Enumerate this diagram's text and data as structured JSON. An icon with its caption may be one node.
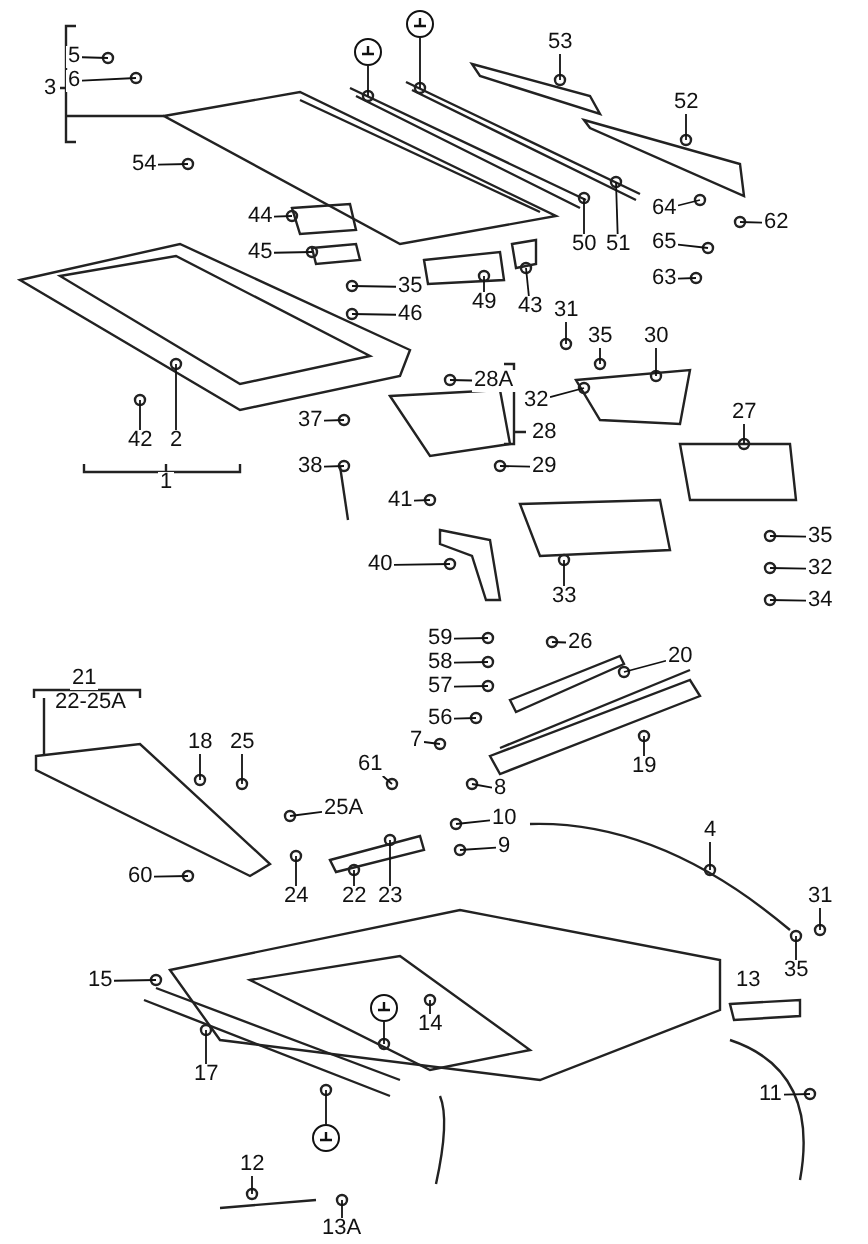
{
  "diagram": {
    "nodes": [
      {
        "text": [
          "5"
        ]
      },
      {
        "text": [
          "6"
        ]
      },
      {
        "text": [],
        "shape": "circle"
      },
      {
        "text": [],
        "shape": "circle"
      },
      {
        "text": [
          "53"
        ]
      },
      {
        "text": [
          "52"
        ]
      },
      {
        "text": [
          "54"
        ]
      },
      {
        "text": [
          "44"
        ]
      },
      {
        "text": [
          "64"
        ]
      },
      {
        "text": [
          "62"
        ]
      },
      {
        "text": [
          "50"
        ]
      },
      {
        "text": [
          "51"
        ]
      },
      {
        "text": [
          "65"
        ]
      },
      {
        "text": [
          "45"
        ]
      },
      {
        "text": [
          "63"
        ]
      },
      {
        "text": [
          "35"
        ]
      },
      {
        "text": [
          "49"
        ]
      },
      {
        "text": [
          "43"
        ]
      },
      {
        "text": [
          "46"
        ]
      },
      {
        "text": [
          "31"
        ]
      },
      {
        "text": [
          "35"
        ]
      },
      {
        "text": [
          "30"
        ]
      },
      {
        "text": [
          "28A"
        ]
      },
      {
        "text": [
          "32"
        ]
      },
      {
        "text": [
          "27"
        ]
      },
      {
        "text": [
          "37"
        ]
      },
      {
        "text": [
          "42"
        ]
      },
      {
        "text": [
          "2"
        ]
      },
      {
        "text": [
          "29"
        ]
      },
      {
        "text": [
          "38"
        ]
      },
      {
        "text": [
          "41"
        ]
      },
      {
        "text": [
          "35"
        ]
      },
      {
        "text": [
          "40"
        ]
      },
      {
        "text": [
          "32"
        ]
      },
      {
        "text": [
          "33"
        ]
      },
      {
        "text": [
          "34"
        ]
      },
      {
        "text": [
          "59"
        ]
      },
      {
        "text": [
          "26"
        ]
      },
      {
        "text": [
          "20"
        ]
      },
      {
        "text": [
          "58"
        ]
      },
      {
        "text": [
          "57"
        ]
      },
      {
        "text": [
          "56"
        ]
      },
      {
        "text": [
          "7"
        ]
      },
      {
        "text": [
          "18"
        ]
      },
      {
        "text": [
          "25"
        ]
      },
      {
        "text": [
          "19"
        ]
      },
      {
        "text": [
          "61"
        ]
      },
      {
        "text": [
          "8"
        ]
      },
      {
        "text": [
          "25A"
        ]
      },
      {
        "text": [
          "10"
        ]
      },
      {
        "text": [
          "4"
        ]
      },
      {
        "text": [
          "9"
        ]
      },
      {
        "text": [
          "60"
        ]
      },
      {
        "text": [
          "24"
        ]
      },
      {
        "text": [
          "22"
        ]
      },
      {
        "text": [
          "23"
        ]
      },
      {
        "text": [
          "31"
        ]
      },
      {
        "text": [
          "35"
        ]
      },
      {
        "text": [
          "15"
        ]
      },
      {
        "text": [],
        "shape": "circle"
      },
      {
        "text": [
          "14"
        ]
      },
      {
        "text": [
          "17"
        ]
      },
      {
        "text": [
          "11"
        ]
      },
      {
        "text": [],
        "shape": "circle"
      },
      {
        "text": [
          "12"
        ]
      },
      {
        "text": [
          "13A"
        ]
      },
      {
        "text": [
          "3"
        ]
      },
      {
        "text": [
          "28"
        ]
      },
      {
        "text": [
          "1"
        ]
      },
      {
        "text": [
          "21"
        ]
      },
      {
        "text": [
          "22-25A"
        ]
      },
      {
        "text": [
          "13"
        ]
      }
    ],
    "edges": [
      {
        "from": 0,
        "to": null,
        "arrow": "none"
      },
      {
        "from": 1,
        "to": null,
        "arrow": "none"
      },
      {
        "from": 2,
        "to": null,
        "arrow": "none"
      },
      {
        "from": 3,
        "to": null,
        "arrow": "none"
      },
      {
        "from": 4,
        "to": null,
        "arrow": "none"
      },
      {
        "from": 5,
        "to": null,
        "arrow": "none"
      },
      {
        "from": 6,
        "to": null,
        "arrow": "none"
      },
      {
        "from": 7,
        "to": null,
        "arrow": "none"
      },
      {
        "from": 8,
        "to": null,
        "arrow": "none"
      },
      {
        "from": 9,
        "to": null,
        "arrow": "none"
      },
      {
        "from": 10,
        "to": null,
        "arrow": "none"
      },
      {
        "from": 11,
        "to": null,
        "arrow": "none"
      },
      {
        "from": 12,
        "to": null,
        "arrow": "none"
      },
      {
        "from": 13,
        "to": null,
        "arrow": "none"
      },
      {
        "from": 14,
        "to": null,
        "arrow": "none"
      },
      {
        "from": 15,
        "to": null,
        "arrow": "none"
      },
      {
        "from": 16,
        "to": null,
        "arrow": "none"
      },
      {
        "from": 17,
        "to": null,
        "arrow": "none"
      },
      {
        "from": 18,
        "to": null,
        "arrow": "none"
      },
      {
        "from": 19,
        "to": null,
        "arrow": "none"
      },
      {
        "from": 20,
        "to": null,
        "arrow": "none"
      },
      {
        "from": 21,
        "to": null,
        "arrow": "none"
      },
      {
        "from": 22,
        "to": null,
        "arrow": "none"
      },
      {
        "from": 23,
        "to": null,
        "arrow": "none"
      },
      {
        "from": 24,
        "to": null,
        "arrow": "none"
      },
      {
        "from": 25,
        "to": null,
        "arrow": "none"
      },
      {
        "from": 26,
        "to": null,
        "arrow": "none"
      },
      {
        "from": 27,
        "to": null,
        "arrow": "none"
      },
      {
        "from": 28,
        "to": null,
        "arrow": "none"
      },
      {
        "from": 29,
        "to": null,
        "arrow": "none"
      },
      {
        "from": 30,
        "to": null,
        "arrow": "none"
      },
      {
        "from": 31,
        "to": null,
        "arrow": "none"
      },
      {
        "from": 32,
        "to": null,
        "arrow": "none"
      },
      {
        "from": 33,
        "to": null,
        "arrow": "none"
      },
      {
        "from": 34,
        "to": null,
        "arrow": "none"
      },
      {
        "from": 35,
        "to": null,
        "arrow": "none"
      },
      {
        "from": 36,
        "to": null,
        "arrow": "none"
      },
      {
        "from": 37,
        "to": null,
        "arrow": "none"
      },
      {
        "from": 38,
        "to": null,
        "arrow": "none"
      },
      {
        "from": 39,
        "to": null,
        "arrow": "none"
      },
      {
        "from": 40,
        "to": null,
        "arrow": "none"
      },
      {
        "from": 41,
        "to": null,
        "arrow": "none"
      },
      {
        "from": 42,
        "to": null,
        "arrow": "none"
      },
      {
        "from": 43,
        "to": null,
        "arrow": "none"
      },
      {
        "from": 44,
        "to": null,
        "arrow": "none"
      },
      {
        "from": 45,
        "to": null,
        "arrow": "none"
      },
      {
        "from": 46,
        "to": null,
        "arrow": "none"
      },
      {
        "from": 47,
        "to": null,
        "arrow": "none"
      },
      {
        "from": 48,
        "to": null,
        "arrow": "none"
      },
      {
        "from": 49,
        "to": null,
        "arrow": "none"
      },
      {
        "from": 50,
        "to": null,
        "arrow": "none"
      },
      {
        "from": 51,
        "to": null,
        "arrow": "none"
      },
      {
        "from": 52,
        "to": null,
        "arrow": "none"
      },
      {
        "from": 53,
        "to": null,
        "arrow": "none"
      },
      {
        "from": 54,
        "to": null,
        "arrow": "none"
      },
      {
        "from": 55,
        "to": null,
        "arrow": "none"
      },
      {
        "from": 56,
        "to": null,
        "arrow": "none"
      },
      {
        "from": 57,
        "to": null,
        "arrow": "none"
      },
      {
        "from": 58,
        "to": null,
        "arrow": "none"
      },
      {
        "from": 59,
        "to": null,
        "arrow": "none"
      },
      {
        "from": 60,
        "to": null,
        "arrow": "none"
      },
      {
        "from": 61,
        "to": null,
        "arrow": "none"
      },
      {
        "from": 62,
        "to": null,
        "arrow": "none"
      },
      {
        "from": 63,
        "to": null,
        "arrow": "none"
      },
      {
        "from": 64,
        "to": null,
        "arrow": "none"
      },
      {
        "from": 65,
        "to": null,
        "arrow": "none"
      }
    ]
  }
}
